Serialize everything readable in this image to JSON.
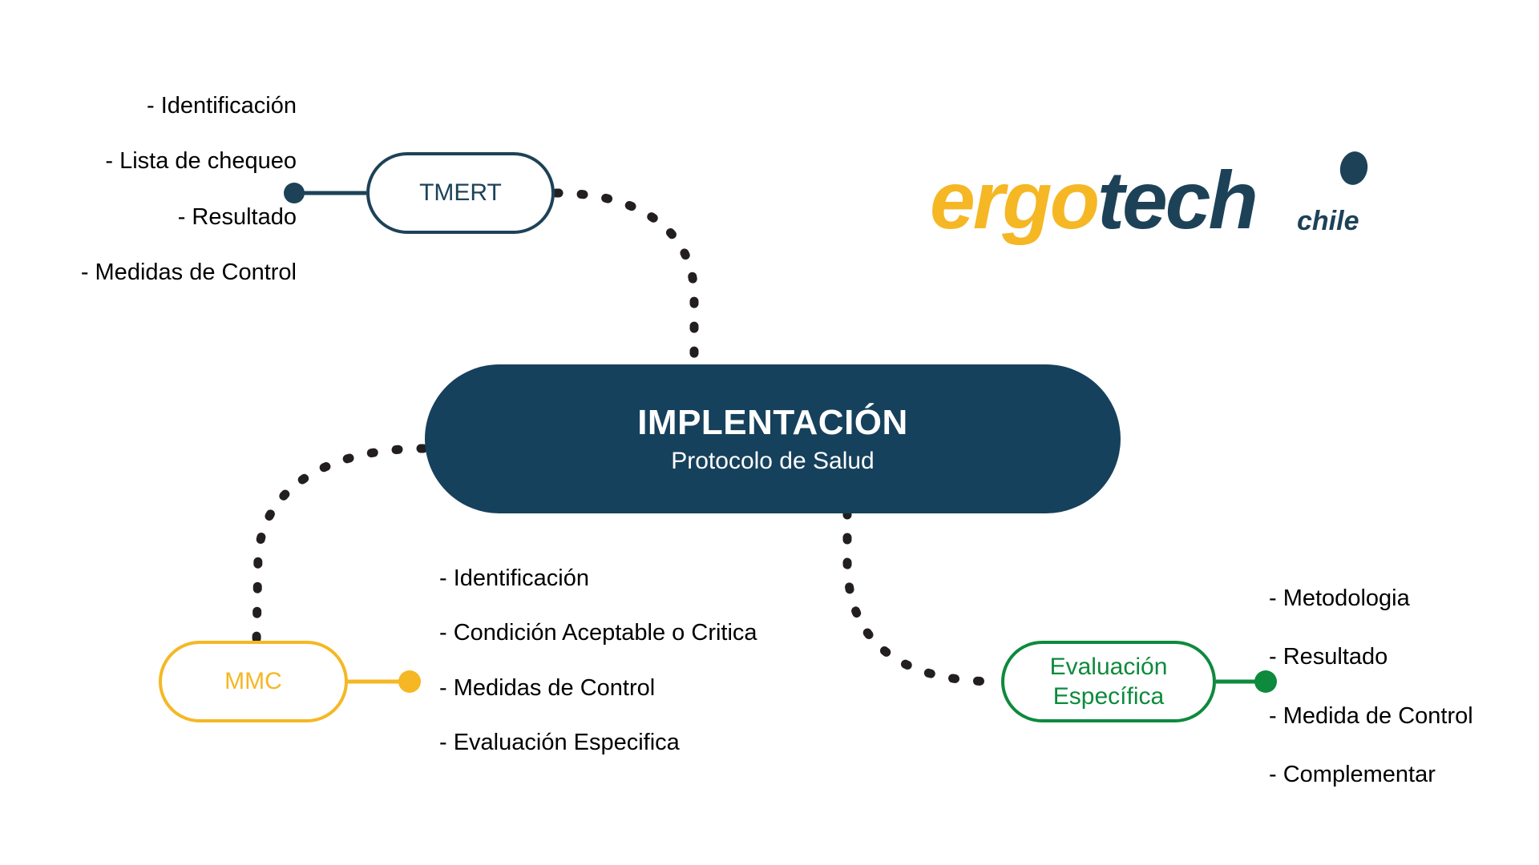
{
  "diagram": {
    "type": "mind-map",
    "background": "#ffffff",
    "central": {
      "title": "IMPLENTACIÓN",
      "subtitle": "Protocolo de Salud",
      "fill": "#16415c",
      "text_color": "#ffffff"
    },
    "branches": [
      {
        "id": "tmert",
        "label": "TMERT",
        "color": "#1d4258",
        "position": "top-left",
        "items": [
          "- Identificación",
          "- Lista de chequeo",
          "- Resultado",
          "- Medidas de Control"
        ]
      },
      {
        "id": "mmc",
        "label": "MMC",
        "color": "#f5b724",
        "position": "bottom-left",
        "items": [
          "- Identificación",
          "- Condición Aceptable o Critica",
          "- Medidas de Control",
          "- Evaluación Especifica"
        ]
      },
      {
        "id": "evaluacion-especifica",
        "label": "Evaluación\nEspecífica",
        "color": "#0d8a3c",
        "position": "bottom-right",
        "items": [
          "- Metodologia",
          "- Resultado",
          "- Medida de Control",
          "- Complementar"
        ]
      }
    ],
    "connector_color": "#231f20"
  },
  "logo": {
    "part_one": "ergo",
    "part_two": "tech",
    "tagline": "chile",
    "color_one": "#f5b724",
    "color_two": "#1d4258"
  }
}
